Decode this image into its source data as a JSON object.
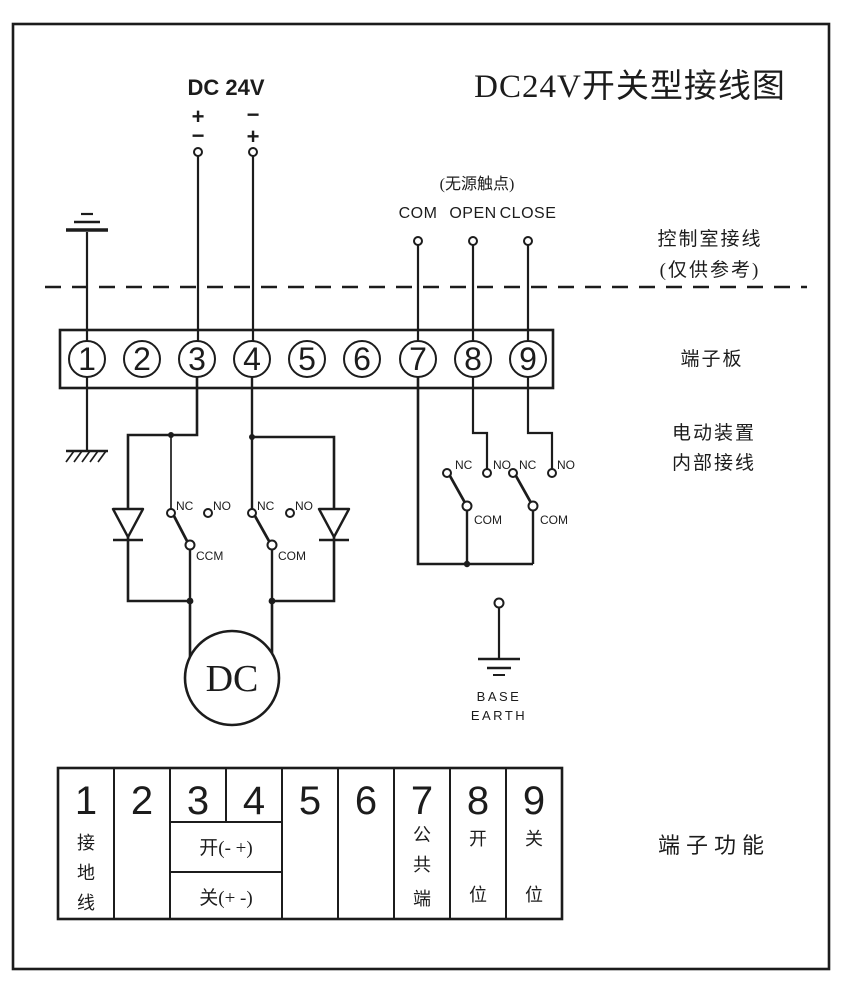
{
  "title": "DC24V开关型接线图",
  "colors": {
    "line": "#1c1c1c",
    "background": "#ffffff"
  },
  "power": {
    "label": "DC 24V",
    "left_wire_top": "+",
    "left_wire_bottom": "−",
    "right_wire_top": "−",
    "right_wire_bottom": "+"
  },
  "control_signals": {
    "passive_contact_note": "(无源触点)",
    "com": "COM",
    "open": "OPEN",
    "close": "CLOSE"
  },
  "annotations": {
    "control_room_line1": "控制室接线",
    "control_room_line2": "(仅供参考)",
    "terminal_board": "端子板",
    "internal_line1": "电动装置",
    "internal_line2": "内部接线",
    "terminal_function": "端子功能"
  },
  "terminal_board": {
    "terminals": [
      "1",
      "2",
      "3",
      "4",
      "5",
      "6",
      "7",
      "8",
      "9"
    ]
  },
  "switches": {
    "nc": "NC",
    "no": "NO",
    "com": "COM",
    "ccm": "CCM"
  },
  "motor": {
    "label": "DC"
  },
  "base_earth": {
    "line1": "BASE",
    "line2": "EARTH"
  },
  "function_table": {
    "headers": [
      "1",
      "2",
      "3",
      "4",
      "5",
      "6",
      "7",
      "8",
      "9"
    ],
    "col1_chars": [
      "接",
      "地",
      "线"
    ],
    "open_row": "开(- +)",
    "close_row": "关(+ -)",
    "col7_chars": [
      "公",
      "共",
      "端"
    ],
    "col8_chars": [
      "开",
      "位"
    ],
    "col9_chars": [
      "关",
      "位"
    ]
  }
}
